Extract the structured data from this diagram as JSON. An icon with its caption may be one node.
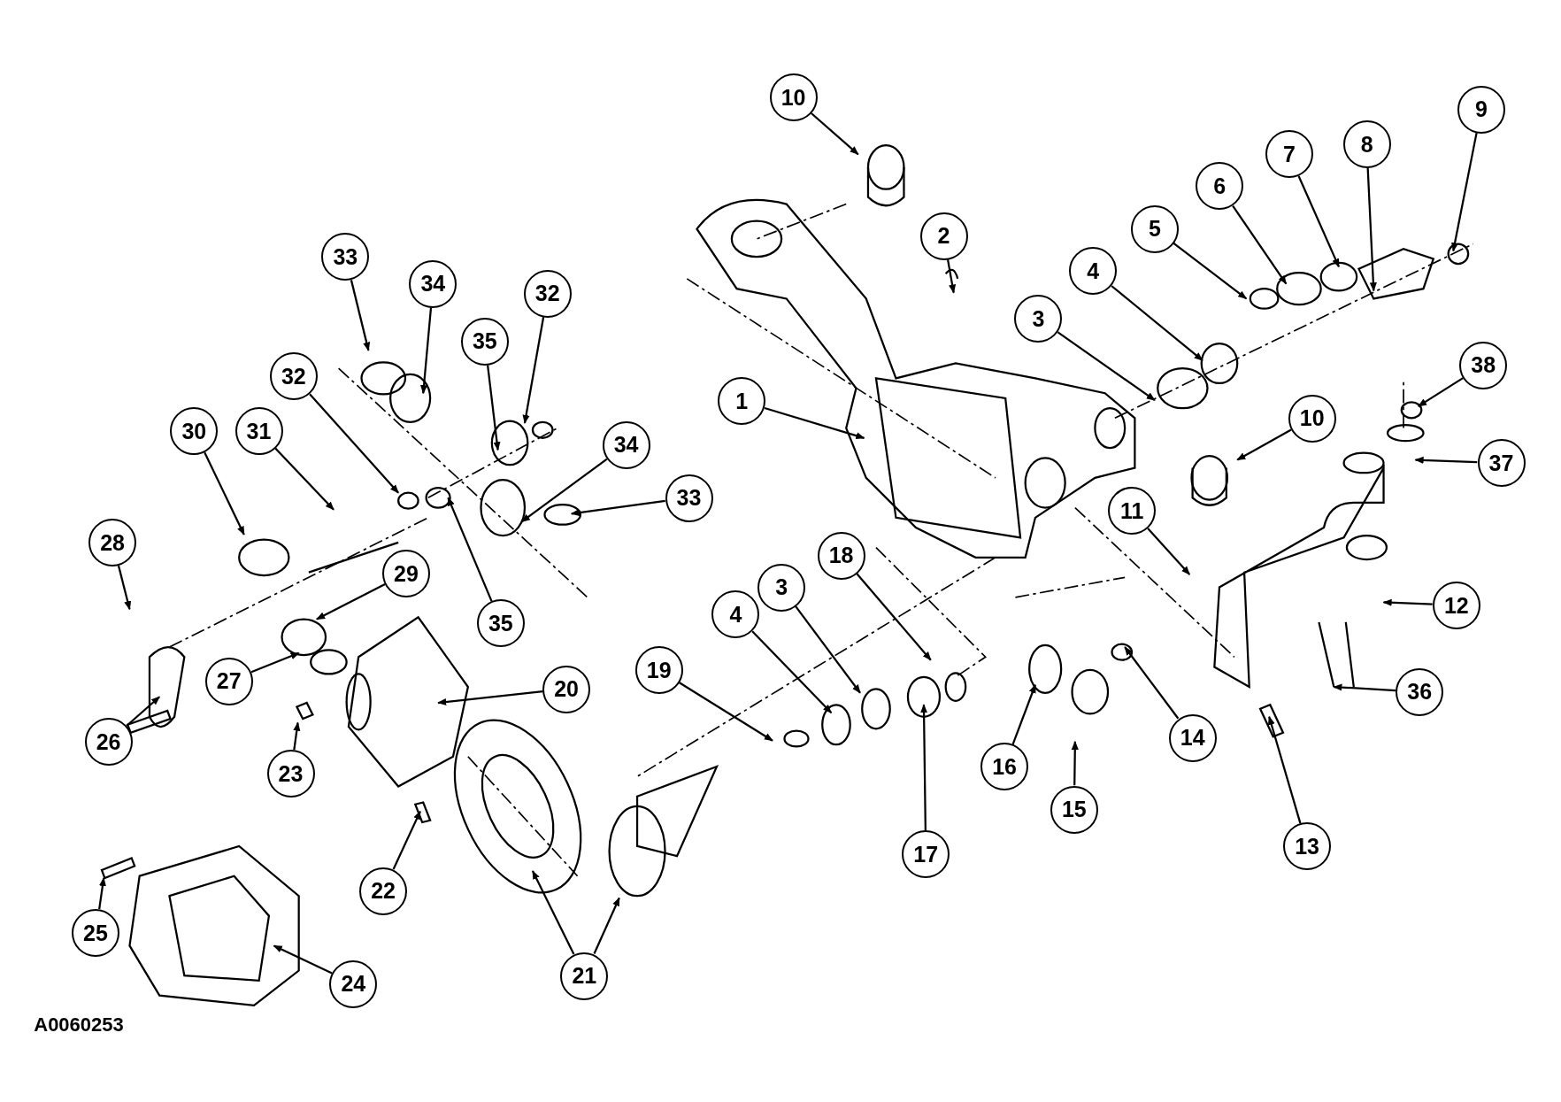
{
  "diagram": {
    "nodes": [
      {
        "text": [
          "10"
        ]
      },
      {
        "text": [
          "9"
        ]
      },
      {
        "text": [
          "8"
        ]
      },
      {
        "text": [
          "7"
        ]
      },
      {
        "text": [
          "6"
        ]
      },
      {
        "text": [
          "2"
        ]
      },
      {
        "text": [
          "5"
        ]
      },
      {
        "text": [
          "33"
        ]
      },
      {
        "text": [
          "34"
        ]
      },
      {
        "text": [
          "4"
        ]
      },
      {
        "text": [
          "3"
        ]
      },
      {
        "text": [
          "35"
        ]
      },
      {
        "text": [
          "32"
        ]
      },
      {
        "text": [
          "38"
        ]
      },
      {
        "text": [
          "1"
        ]
      },
      {
        "text": [
          "32"
        ]
      },
      {
        "text": [
          "30"
        ]
      },
      {
        "text": [
          "31"
        ]
      },
      {
        "text": [
          "37"
        ]
      },
      {
        "text": [
          "10"
        ]
      },
      {
        "text": [
          "34"
        ]
      },
      {
        "text": [
          "33"
        ]
      },
      {
        "text": [
          "11"
        ]
      },
      {
        "text": [
          "28"
        ]
      },
      {
        "text": [
          "18"
        ]
      },
      {
        "text": [
          "29"
        ]
      },
      {
        "text": [
          "3"
        ]
      },
      {
        "text": [
          "4"
        ]
      },
      {
        "text": [
          "12"
        ]
      },
      {
        "text": [
          "35"
        ]
      },
      {
        "text": [
          "19"
        ]
      },
      {
        "text": [
          "20"
        ]
      },
      {
        "text": [
          "27"
        ]
      },
      {
        "text": [
          "36"
        ]
      },
      {
        "text": [
          "23"
        ]
      },
      {
        "text": [
          "26"
        ]
      },
      {
        "text": [
          "14"
        ]
      },
      {
        "text": [
          "16"
        ]
      },
      {
        "text": [
          "17"
        ]
      },
      {
        "text": [
          "15"
        ]
      },
      {
        "text": [
          "13"
        ]
      },
      {
        "text": [
          "22"
        ]
      },
      {
        "text": [
          "21"
        ]
      },
      {
        "text": [
          "25"
        ]
      },
      {
        "text": [
          "24"
        ]
      }
    ],
    "edges": [
      {
        "from": 0,
        "to": null,
        "arrow": "to"
      },
      {
        "from": 1,
        "to": null,
        "arrow": "to"
      },
      {
        "from": 2,
        "to": null,
        "arrow": "to"
      },
      {
        "from": 3,
        "to": null,
        "arrow": "to"
      },
      {
        "from": 4,
        "to": null,
        "arrow": "to"
      },
      {
        "from": 5,
        "to": null,
        "arrow": "to"
      },
      {
        "from": 6,
        "to": null,
        "arrow": "to"
      },
      {
        "from": 7,
        "to": null,
        "arrow": "to"
      },
      {
        "from": 8,
        "to": null,
        "arrow": "to"
      },
      {
        "from": 9,
        "to": null,
        "arrow": "to"
      },
      {
        "from": 10,
        "to": null,
        "arrow": "to"
      },
      {
        "from": 11,
        "to": null,
        "arrow": "to"
      },
      {
        "from": 12,
        "to": null,
        "arrow": "to"
      },
      {
        "from": 13,
        "to": null,
        "arrow": "to"
      },
      {
        "from": 14,
        "to": null,
        "arrow": "to"
      },
      {
        "from": 15,
        "to": null,
        "arrow": "to"
      },
      {
        "from": 16,
        "to": null,
        "arrow": "to"
      },
      {
        "from": 17,
        "to": null,
        "arrow": "to"
      },
      {
        "from": 18,
        "to": null,
        "arrow": "to"
      },
      {
        "from": 19,
        "to": null,
        "arrow": "to"
      },
      {
        "from": 20,
        "to": null,
        "arrow": "to"
      },
      {
        "from": 21,
        "to": null,
        "arrow": "to"
      },
      {
        "from": 22,
        "to": null,
        "arrow": "to"
      },
      {
        "from": 23,
        "to": null,
        "arrow": "to"
      },
      {
        "from": 24,
        "to": null,
        "arrow": "to"
      },
      {
        "from": 25,
        "to": null,
        "arrow": "to"
      },
      {
        "from": 26,
        "to": null,
        "arrow": "to"
      },
      {
        "from": 27,
        "to": null,
        "arrow": "to"
      },
      {
        "from": 28,
        "to": null,
        "arrow": "to"
      },
      {
        "from": 29,
        "to": null,
        "arrow": "to"
      },
      {
        "from": 30,
        "to": null,
        "arrow": "to"
      },
      {
        "from": 31,
        "to": null,
        "arrow": "to"
      },
      {
        "from": 32,
        "to": null,
        "arrow": "to"
      },
      {
        "from": 33,
        "to": null,
        "arrow": "to"
      },
      {
        "from": 34,
        "to": null,
        "arrow": "to"
      },
      {
        "from": 35,
        "to": null,
        "arrow": "to"
      },
      {
        "from": 36,
        "to": null,
        "arrow": "to"
      },
      {
        "from": 37,
        "to": null,
        "arrow": "to"
      },
      {
        "from": 38,
        "to": null,
        "arrow": "to"
      },
      {
        "from": 39,
        "to": null,
        "arrow": "to"
      },
      {
        "from": 40,
        "to": null,
        "arrow": "to"
      },
      {
        "from": 41,
        "to": null,
        "arrow": "to"
      },
      {
        "from": 42,
        "to": null,
        "arrow": "to"
      },
      {
        "from": 42,
        "to": null,
        "arrow": "to"
      },
      {
        "from": 43,
        "to": null,
        "arrow": "to"
      },
      {
        "from": 44,
        "to": null,
        "arrow": "to"
      }
    ],
    "labels": [
      "A0060253"
    ]
  }
}
